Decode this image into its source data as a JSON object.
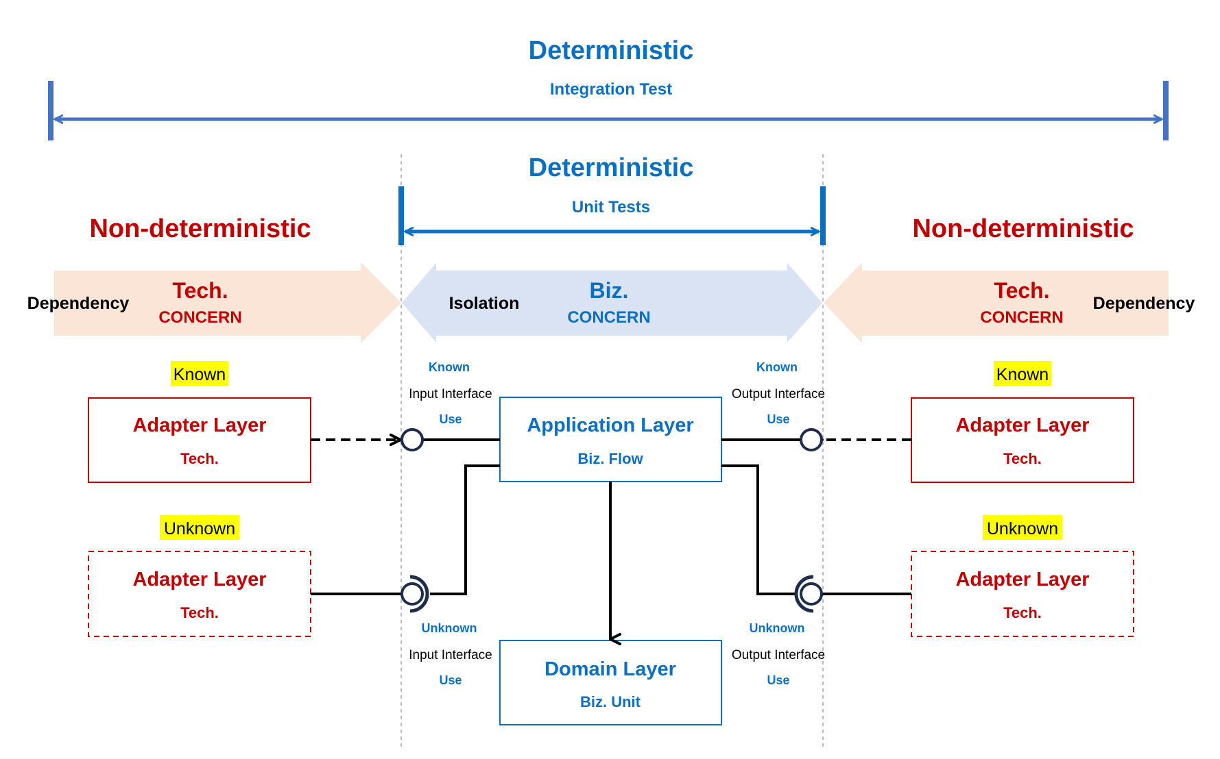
{
  "top_span": {
    "title": "Deterministic",
    "subtitle": "Integration Test"
  },
  "middle_span": {
    "title": "Deterministic",
    "subtitle": "Unit Tests"
  },
  "left_zone": {
    "heading": "Non-deterministic",
    "arrow_title": "Tech.",
    "arrow_concern": "CONCERN",
    "side_label": "Dependency"
  },
  "center_zone": {
    "arrow_title": "Biz.",
    "arrow_concern": "CONCERN",
    "side_label": "Isolation"
  },
  "right_zone": {
    "heading": "Non-deterministic",
    "arrow_title": "Tech.",
    "arrow_concern": "CONCERN",
    "side_label": "Dependency"
  },
  "left_adapters": {
    "known_tag": "Known",
    "unknown_tag": "Unknown",
    "known": {
      "title": "Adapter Layer",
      "subtitle": "Tech."
    },
    "unknown": {
      "title": "Adapter Layer",
      "subtitle": "Tech."
    }
  },
  "right_adapters": {
    "known_tag": "Known",
    "unknown_tag": "Unknown",
    "known": {
      "title": "Adapter Layer",
      "subtitle": "Tech."
    },
    "unknown": {
      "title": "Adapter Layer",
      "subtitle": "Tech."
    }
  },
  "application_layer": {
    "title": "Application Layer",
    "subtitle": "Biz. Flow"
  },
  "domain_layer": {
    "title": "Domain Layer",
    "subtitle": "Biz. Unit"
  },
  "interfaces": {
    "input_known": {
      "kind": "Known",
      "name": "Input Interface",
      "use": "Use"
    },
    "output_known": {
      "kind": "Known",
      "name": "Output Interface",
      "use": "Use"
    },
    "input_unknown": {
      "kind": "Unknown",
      "name": "Input Interface",
      "use": "Use"
    },
    "output_unknown": {
      "kind": "Unknown",
      "name": "Output Interface",
      "use": "Use"
    }
  },
  "colors": {
    "deterministic_blue": "#0b6fc2",
    "non_deterministic_red": "#c00000",
    "tech_arrow_fill": "#fbe5d6",
    "biz_arrow_fill": "#dae3f3",
    "span_line_blue": "#4472c4",
    "highlight_yellow": "#ffff00"
  }
}
